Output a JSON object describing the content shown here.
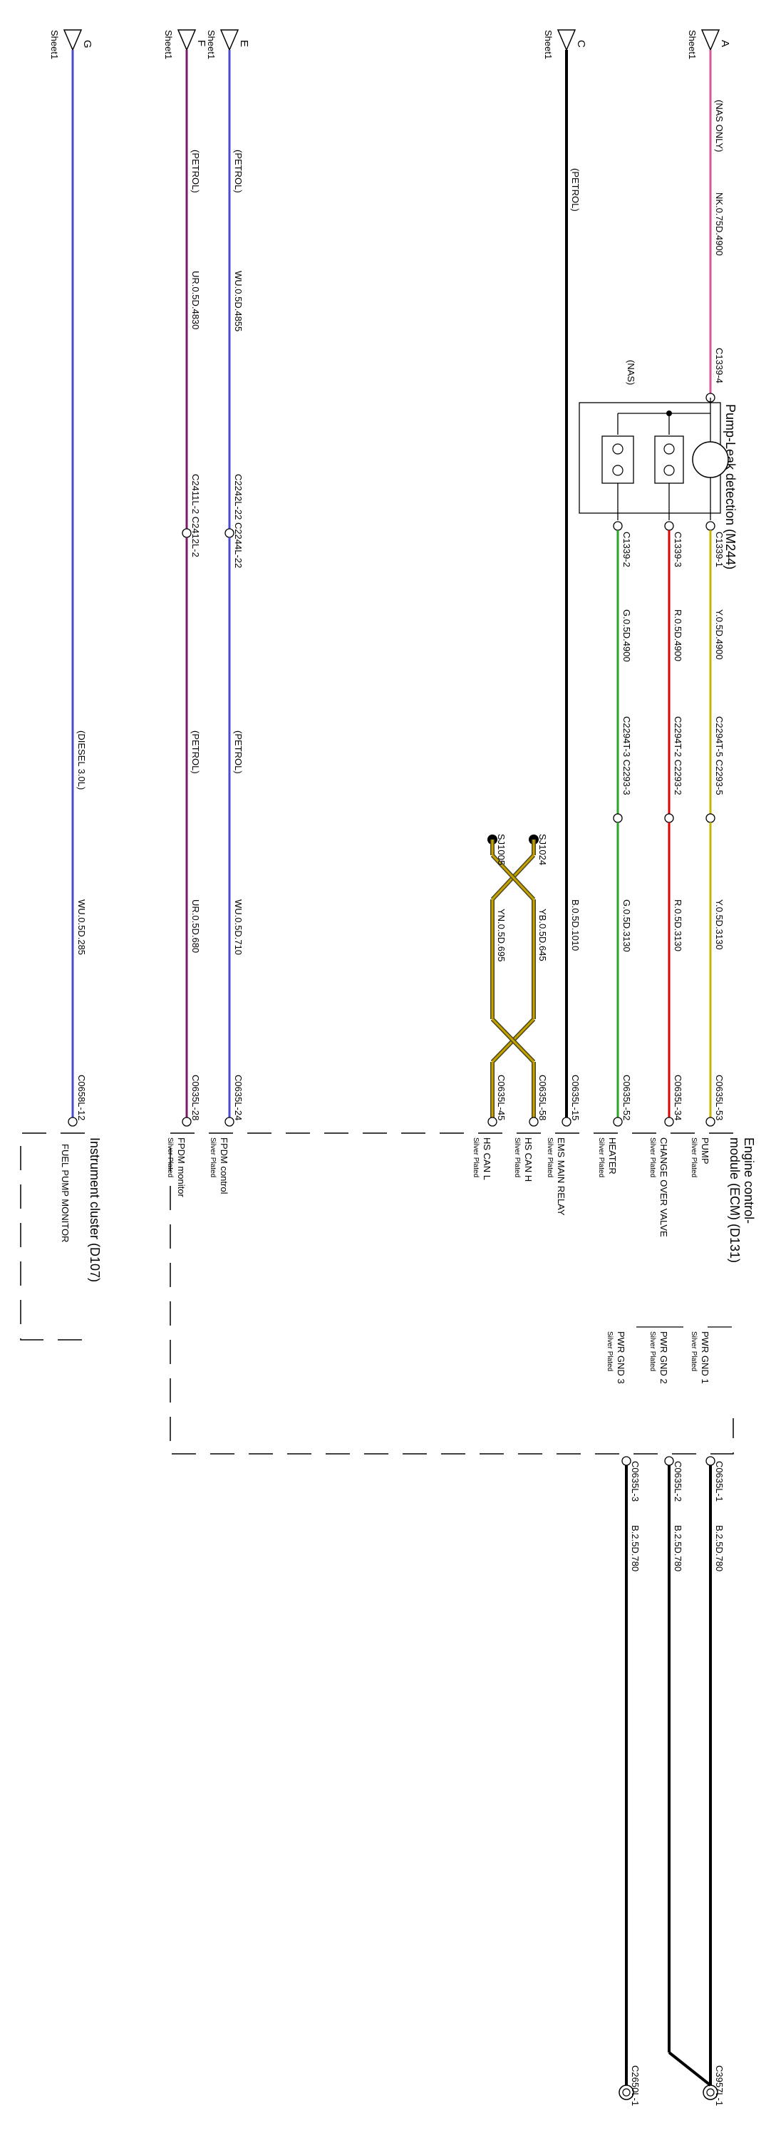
{
  "colors": {
    "pink": "#d6589a",
    "yellow": "#c8b400",
    "red": "#e00000",
    "green": "#2aa52a",
    "black": "#000000",
    "blue": "#4a4ad2",
    "purple": "#7a1a6a",
    "can_yellow": "#c8a000",
    "can_dark": "#4a4a20",
    "ink": "#000000"
  },
  "sheet_refs": [
    {
      "letter": "A",
      "sheet": "Sheet1"
    },
    {
      "letter": "C",
      "sheet": "Sheet1"
    },
    {
      "letter": "E",
      "sheet": "Sheet1"
    },
    {
      "letter": "F",
      "sheet": "Sheet1"
    },
    {
      "letter": "G",
      "sheet": "Sheet1"
    }
  ],
  "pump_module": {
    "title": "Pump-Leak detection (M244)",
    "nas_label": "(NAS)"
  },
  "ecm": {
    "title_line1": "Engine control-",
    "title_line2": "module (ECM) (D131)",
    "pins": [
      {
        "name": "PUMP",
        "plating": "Silver Plated"
      },
      {
        "name": "CHANGE OVER VALVE",
        "plating": "Silver Plated"
      },
      {
        "name": "HEATER",
        "plating": "Silver Plated"
      },
      {
        "name": "EMS MAIN RELAY",
        "plating": "Silver Plated"
      },
      {
        "name": "HS CAN H",
        "plating": "Silver Plated"
      },
      {
        "name": "HS CAN L",
        "plating": "Silver Plated"
      },
      {
        "name": "FPDM control",
        "plating": "Silver Plated"
      },
      {
        "name": "FPDM monitor",
        "plating": "Silver Plated"
      }
    ],
    "ground_pins": [
      {
        "name": "PWR GND 1",
        "plating": "Silver Plated"
      },
      {
        "name": "PWR GND 2",
        "plating": "Silver Plated"
      },
      {
        "name": "PWR GND 3",
        "plating": "Silver Plated"
      }
    ]
  },
  "cluster": {
    "title": "Instrument cluster (D107)",
    "pin": "FUEL PUMP MONITOR"
  },
  "wires": {
    "a": {
      "variant": "(NAS ONLY)",
      "spec": "NK.0.75D.4900",
      "connector": "C1339-4"
    },
    "c": {
      "variant": "(PETROL)",
      "spec": "B.0.5D.1010",
      "connector": "C0635L-15"
    },
    "e": {
      "variant": "(PETROL)",
      "spec_a": "WU.0.5D.4855",
      "splice": "C2242L-22 C2244L-22",
      "variant_b": "(PETROL)",
      "spec_b": "WU.0.5D.710",
      "connector": "C0635L-24"
    },
    "f": {
      "variant": "(PETROL)",
      "spec_a": "UR.0.5D.4830",
      "splice": "C2411L-2 C2412L-2",
      "variant_b": "(PETROL)",
      "spec_b": "UR.0.5D.680",
      "connector": "C0635L-28"
    },
    "g": {
      "variant": "(DIESEL 3.0L)",
      "spec": "WU.0.5D.285",
      "connector": "C0658L-12"
    },
    "pump": {
      "pin": "C1339-1",
      "spec_a": "Y.0.5D.4900",
      "splice": "C2294T-5 C2293-5",
      "spec_b": "Y.0.5D.3130",
      "connector": "C0635L-53"
    },
    "valve": {
      "pin": "C1339-3",
      "spec_a": "R.0.5D.4900",
      "splice": "C2294T-2 C2293-2",
      "spec_b": "R.0.5D.3130",
      "connector": "C0635L-34"
    },
    "heater": {
      "pin": "C1339-2",
      "spec_a": "G.0.5D.4900",
      "splice": "C2294T-3 C2293-3",
      "spec_b": "G.0.5D.3130",
      "connector": "C0635L-52"
    },
    "can_h": {
      "splice": "SJ1024",
      "spec": "YB.0.5D.645",
      "connector": "C0635L-58"
    },
    "can_l": {
      "splice": "SJ1005",
      "spec": "YN.0.5D.695",
      "connector": "C0635L-45"
    },
    "gnd1": {
      "connector": "C0635L-1",
      "spec": "B.2.5D.780",
      "end": "C3957L-1"
    },
    "gnd2": {
      "connector": "C0635L-2",
      "spec": "B.2.5D.780"
    },
    "gnd3": {
      "connector": "C0635L-3",
      "spec": "B.2.5D.780",
      "end": "C2650L-1"
    }
  }
}
